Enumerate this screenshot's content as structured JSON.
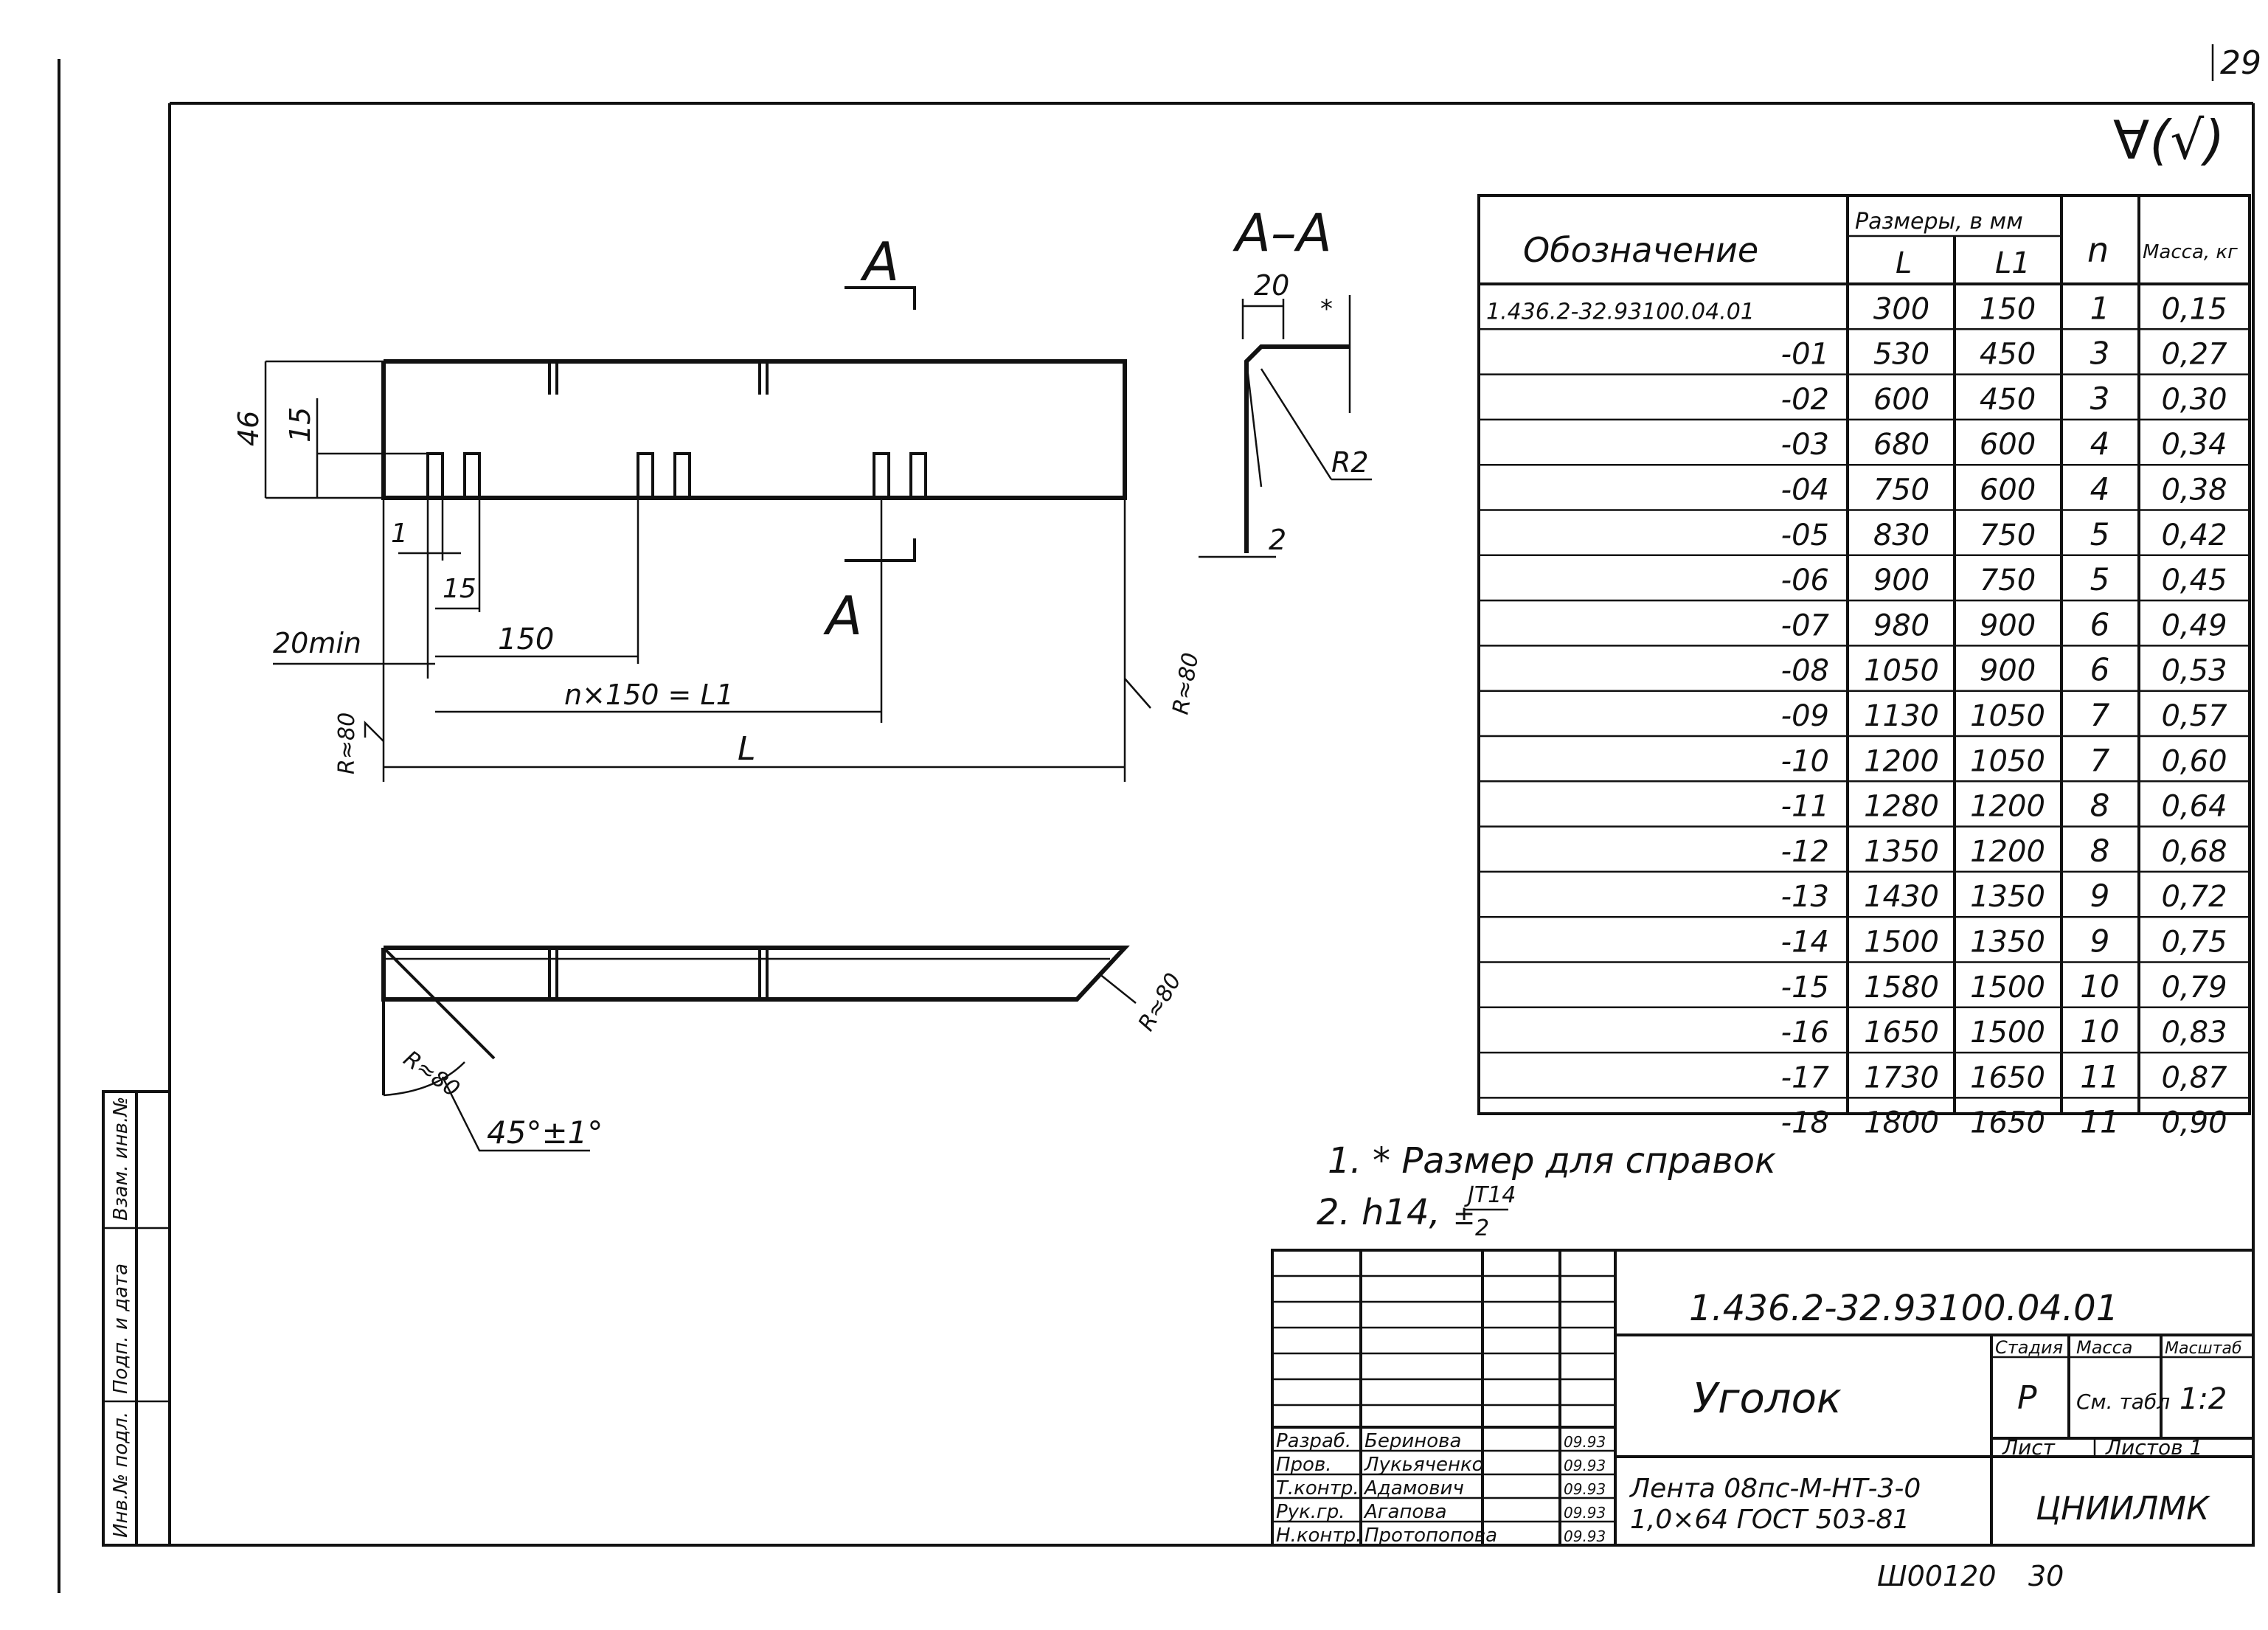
{
  "page_number": "29",
  "roughness_symbol": "∀(√)",
  "drawing": {
    "view_label_top": "A",
    "view_label_mid": "A",
    "section_title": "A–A",
    "dim_46": "46",
    "dim_15_height": "15",
    "dim_1": "1",
    "dim_15_slot": "15",
    "dim_150": "150",
    "dim_20min": "20min",
    "dim_n150": "n×150 = L1",
    "dim_L": "L",
    "r80_left": "R≈80",
    "r80_right": "R≈80",
    "sec_dim_20": "20",
    "sec_dim_star": "*",
    "sec_r2": "R2",
    "sec_dim_2": "2",
    "plan_r80_right": "R≈80",
    "plan_r80_left": "R≈80",
    "angle": "45°±1°"
  },
  "table": {
    "headers": {
      "designation": "Обозначение",
      "dimensions": "Размеры, в мм",
      "L": "L",
      "L1": "L1",
      "n": "n",
      "mass": "Масса, кг"
    },
    "rows": [
      {
        "des": "1.436.2-32.93100.04.01",
        "L": "300",
        "L1": "150",
        "n": "1",
        "m": "0,15"
      },
      {
        "des": "-01",
        "L": "530",
        "L1": "450",
        "n": "3",
        "m": "0,27"
      },
      {
        "des": "-02",
        "L": "600",
        "L1": "450",
        "n": "3",
        "m": "0,30"
      },
      {
        "des": "-03",
        "L": "680",
        "L1": "600",
        "n": "4",
        "m": "0,34"
      },
      {
        "des": "-04",
        "L": "750",
        "L1": "600",
        "n": "4",
        "m": "0,38"
      },
      {
        "des": "-05",
        "L": "830",
        "L1": "750",
        "n": "5",
        "m": "0,42"
      },
      {
        "des": "-06",
        "L": "900",
        "L1": "750",
        "n": "5",
        "m": "0,45"
      },
      {
        "des": "-07",
        "L": "980",
        "L1": "900",
        "n": "6",
        "m": "0,49"
      },
      {
        "des": "-08",
        "L": "1050",
        "L1": "900",
        "n": "6",
        "m": "0,53"
      },
      {
        "des": "-09",
        "L": "1130",
        "L1": "1050",
        "n": "7",
        "m": "0,57"
      },
      {
        "des": "-10",
        "L": "1200",
        "L1": "1050",
        "n": "7",
        "m": "0,60"
      },
      {
        "des": "-11",
        "L": "1280",
        "L1": "1200",
        "n": "8",
        "m": "0,64"
      },
      {
        "des": "-12",
        "L": "1350",
        "L1": "1200",
        "n": "8",
        "m": "0,68"
      },
      {
        "des": "-13",
        "L": "1430",
        "L1": "1350",
        "n": "9",
        "m": "0,72"
      },
      {
        "des": "-14",
        "L": "1500",
        "L1": "1350",
        "n": "9",
        "m": "0,75"
      },
      {
        "des": "-15",
        "L": "1580",
        "L1": "1500",
        "n": "10",
        "m": "0,79"
      },
      {
        "des": "-16",
        "L": "1650",
        "L1": "1500",
        "n": "10",
        "m": "0,83"
      },
      {
        "des": "-17",
        "L": "1730",
        "L1": "1650",
        "n": "11",
        "m": "0,87"
      },
      {
        "des": "-18",
        "L": "1800",
        "L1": "1650",
        "n": "11",
        "m": "0,90"
      }
    ]
  },
  "notes": {
    "note1": "1. * Размер для справок",
    "note2_prefix": "2. h14,",
    "note2_pm": "±",
    "note2_num": "JT14",
    "note2_den": "2"
  },
  "title_block": {
    "doc_number": "1.436.2-32.93100.04.01",
    "name": "Уголок",
    "stage_label": "Стадия",
    "mass_label": "Масса",
    "scale_label": "Масштаб",
    "stage": "Р",
    "mass": "См. табл",
    "scale": "1:2",
    "sheet_label": "Лист",
    "sheets_label": "Листов 1",
    "material_line1": "Лента 08пс-М-НТ-3-0",
    "material_line2": "1,0×64 ГОСТ 503-81",
    "org": "ЦНИИЛМК",
    "roles": [
      {
        "role": "Разраб.",
        "name": "Беринова",
        "date": "09.93"
      },
      {
        "role": "Пров.",
        "name": "Лукьяченко",
        "date": "09.93"
      },
      {
        "role": "Т.контр.",
        "name": "Адамович",
        "date": "09.93"
      },
      {
        "role": "Рук.гр.",
        "name": "Агапова",
        "date": "09.93"
      },
      {
        "role": "Н.контр.",
        "name": "Протопопова",
        "date": "09.93"
      }
    ]
  },
  "side_stamp": {
    "inv_podl": "Инв.№ подл.",
    "podp_data": "Подп. и дата",
    "vzam_inv": "Взам. инв.№"
  },
  "footer": {
    "code": "Ш00120",
    "num": "30"
  }
}
